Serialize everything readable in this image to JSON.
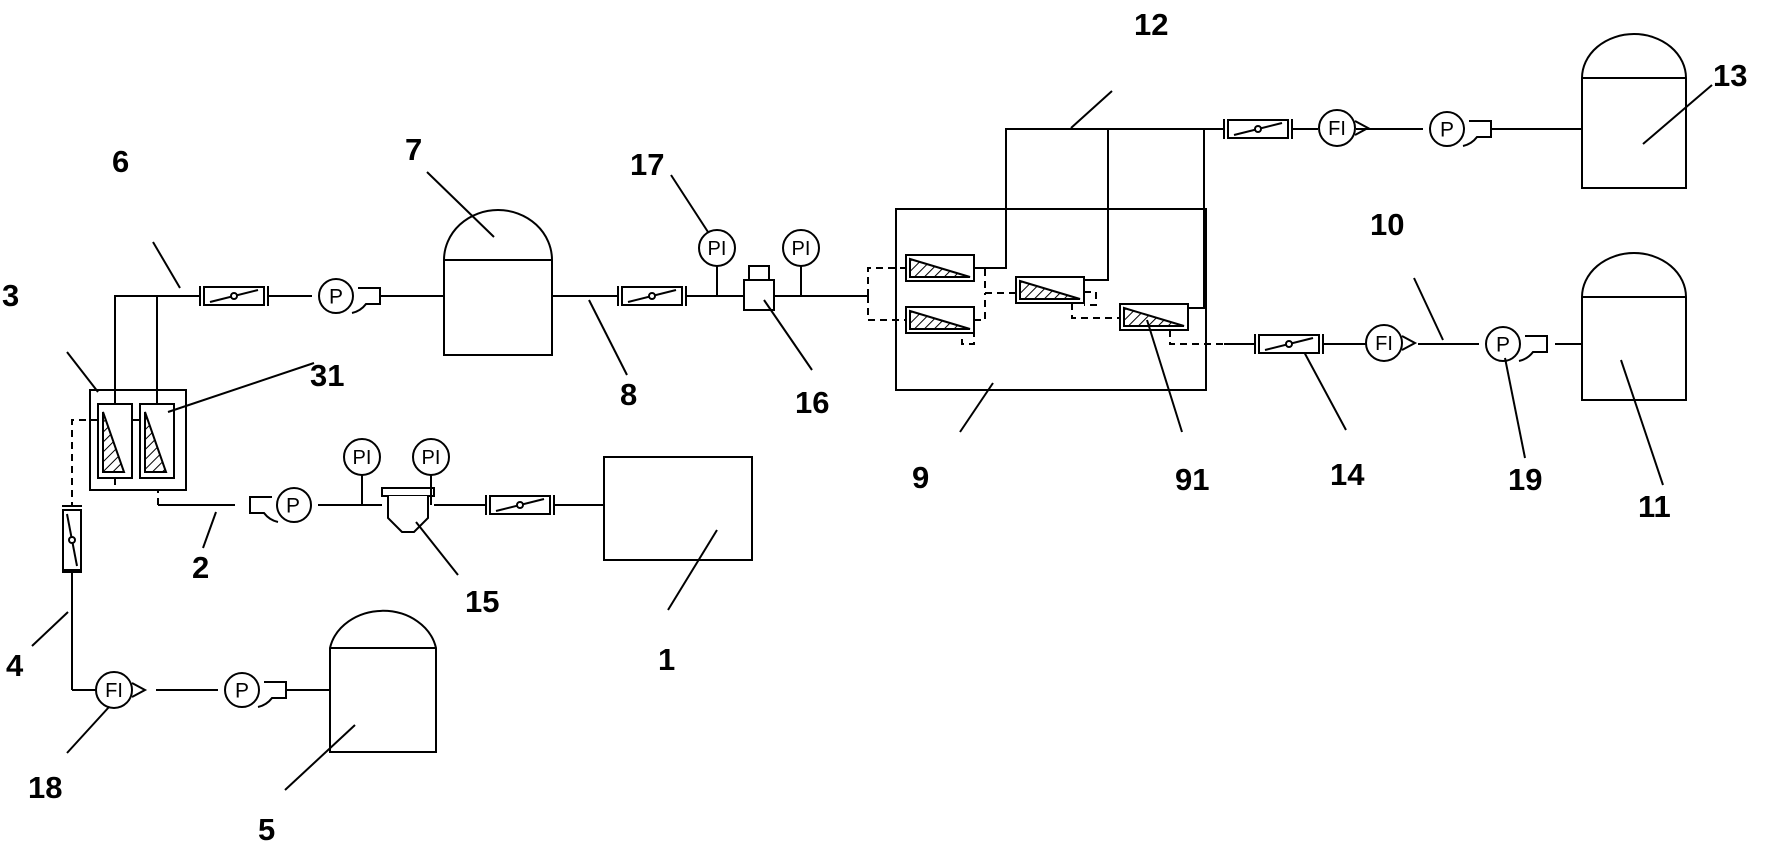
{
  "labels": {
    "n1": "1",
    "n2": "2",
    "n3": "3",
    "n31": "31",
    "n4": "4",
    "n5": "5",
    "n6": "6",
    "n7": "7",
    "n8": "8",
    "n9": "9",
    "n91": "91",
    "n10": "10",
    "n11": "11",
    "n12": "12",
    "n13": "13",
    "n14": "14",
    "n15": "15",
    "n16": "16",
    "n17": "17",
    "n18": "18",
    "n19": "19"
  },
  "instruments": {
    "pressure": "PI",
    "flow": "FI",
    "pump": "P"
  }
}
